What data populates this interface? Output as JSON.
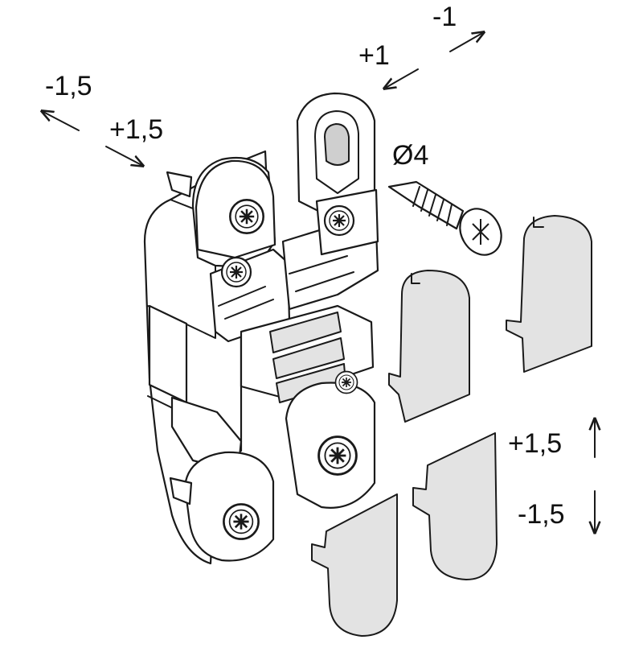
{
  "labels": {
    "adj_neg1": "-1",
    "adj_pos1": "+1",
    "side_neg15": "-1,5",
    "side_pos15": "+1,5",
    "screw_diameter": "Ø4",
    "height_pos15": "+1,5",
    "height_neg15": "-1,5"
  },
  "colors": {
    "line": "#1a1a1a",
    "cap_fill": "#e3e3e3",
    "background": "#ffffff"
  },
  "icons": [
    "adjustment-arrow-icon",
    "cross-screw-icon",
    "wood-screw-icon"
  ]
}
